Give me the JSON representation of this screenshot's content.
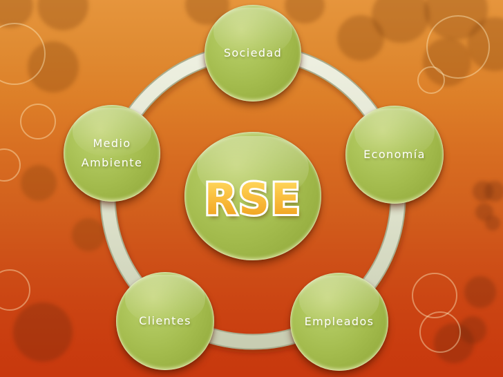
{
  "slide": {
    "center": {
      "label": "RSE"
    },
    "nodes": [
      {
        "id": "sociedad",
        "label": "Sociedad"
      },
      {
        "id": "economia",
        "label": "Economía"
      },
      {
        "id": "medio-ambiente",
        "label": "Medio Ambiente",
        "line1": "Medio",
        "line2": "Ambiente"
      },
      {
        "id": "clientes",
        "label": "Clientes"
      },
      {
        "id": "empleados",
        "label": "Empleados"
      }
    ],
    "colors": {
      "node_green": "#a3bb4d",
      "background_top": "#e6953c",
      "background_bottom": "#c8380e",
      "ring": "#e0e4cf",
      "center_text_gold": "#f7a823",
      "label_text": "#ffffff"
    }
  }
}
